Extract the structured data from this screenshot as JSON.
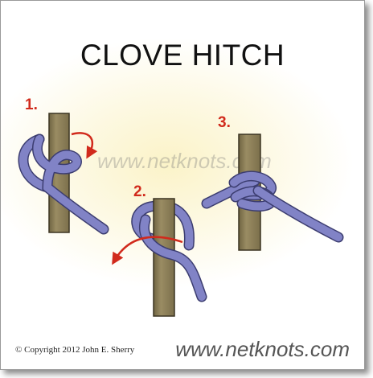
{
  "title": "CLOVE HITCH",
  "steps": {
    "one": "1.",
    "two": "2.",
    "three": "3."
  },
  "watermark": "www.netknots.com",
  "footer": {
    "copyright": "© Copyright  2012  John E. Sherry",
    "site": "www.netknots.com"
  },
  "colors": {
    "post": "#8a7d55",
    "rope": "#8183c6",
    "arrow": "#d12a1c"
  }
}
